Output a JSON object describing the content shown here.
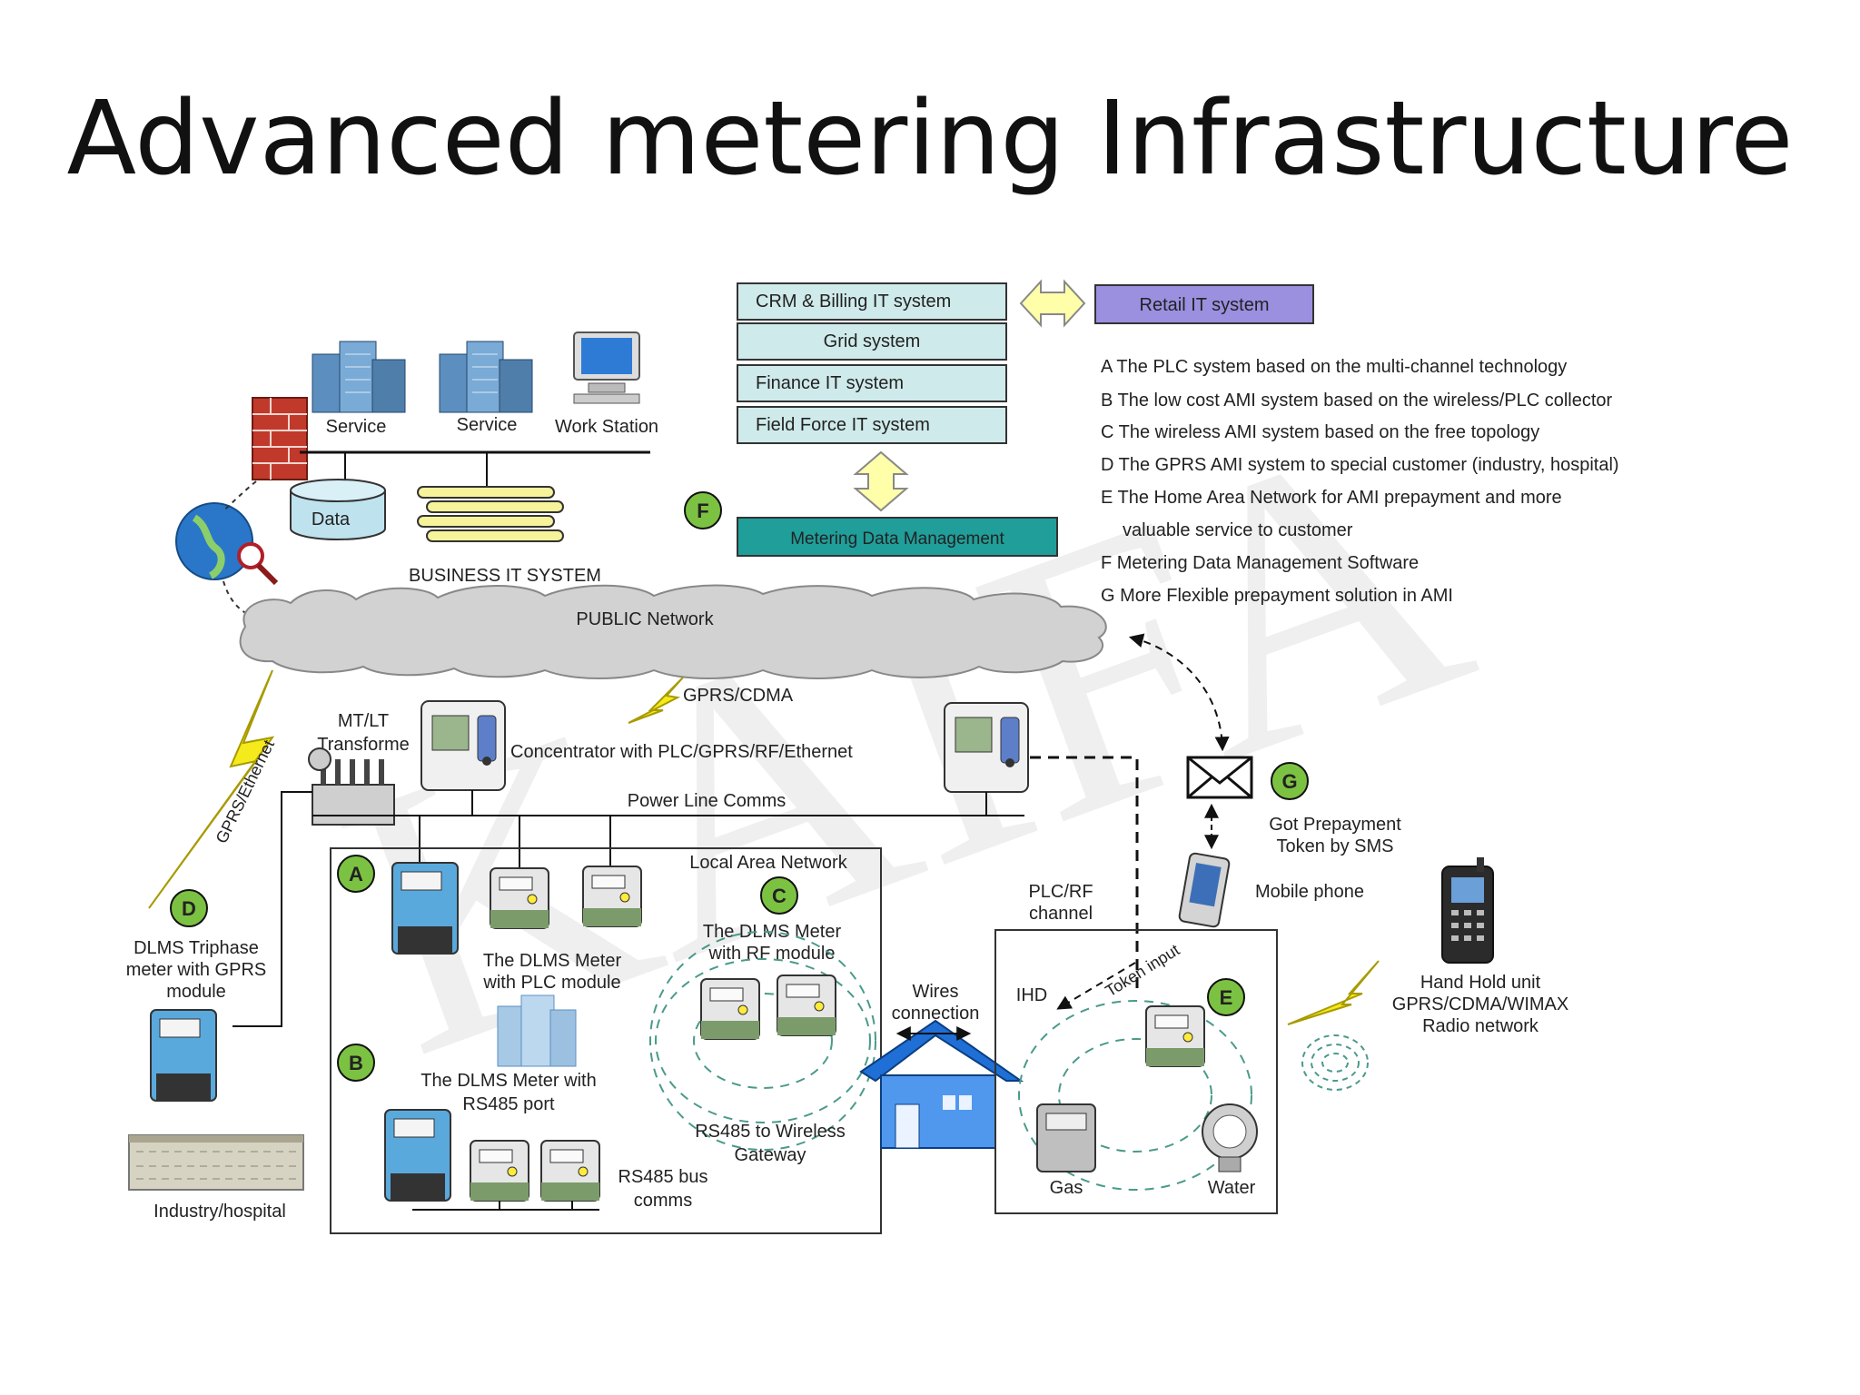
{
  "title": "Advanced metering Infrastructure",
  "it_systems": {
    "crm": "CRM & Billing IT system",
    "grid": "Grid system",
    "finance": "Finance IT system",
    "field_force": "Field Force IT system",
    "retail": "Retail IT system",
    "mdm": "Metering Data Management"
  },
  "legend": {
    "a": "A The PLC system based on the multi-channel technology",
    "b": "B The low cost AMI system based on the wireless/PLC collector",
    "c": "C The wireless AMI system based on the free topology",
    "d": "D The GPRS AMI system to special customer (industry, hospital)",
    "e1": "E The Home Area Network for AMI prepayment and more",
    "e2": "valuable service to customer",
    "f": "F Metering Data Management Software",
    "g": "G More Flexible prepayment solution in AMI"
  },
  "business": {
    "service1": "Service",
    "service2": "Service",
    "workstation": "Work Station",
    "data": "Data",
    "caption": "BUSINESS IT SYSTEM"
  },
  "network": {
    "public": "PUBLIC Network",
    "gprs_cdma": "GPRS/CDMA",
    "gprs_ethernet": "GPRS/Ethernet",
    "transformer1": "MT/LT",
    "transformer2": "Transforme",
    "concentrator": "Concentrator with PLC/GPRS/RF/Ethernet",
    "plc": "Power Line Comms",
    "lan": "Local Area Network"
  },
  "badges": {
    "a": "A",
    "b": "B",
    "c": "C",
    "d": "D",
    "e": "E",
    "f": "F",
    "g": "G"
  },
  "labels": {
    "plc_meter1": "The DLMS Meter",
    "plc_meter2": "with PLC module",
    "rf_meter1": "The DLMS Meter",
    "rf_meter2": "with RF module",
    "rs485_meter1": "The DLMS Meter with",
    "rs485_meter2": "RS485 port",
    "gateway1": "RS485 to Wireless",
    "gateway2": "Gateway",
    "bus1": "RS485 bus",
    "bus2": "comms",
    "wires1": "Wires",
    "wires2": "connection",
    "d1": "DLMS Triphase",
    "d2": "meter with GPRS",
    "d3": "module",
    "industry": "Industry/hospital",
    "plc_rf1": "PLC/RF",
    "plc_rf2": "channel",
    "ihd": "IHD",
    "token": "Token input",
    "gas": "Gas",
    "water": "Water",
    "prepay1": "Got Prepayment",
    "prepay2": "Token by SMS",
    "mobile": "Mobile phone",
    "hand1": "Hand Hold unit",
    "hand2": "GPRS/CDMA/WIMAX",
    "hand3": "Radio network",
    "watermark": "KAIFA"
  },
  "colors": {
    "it_box": "#cfeaea",
    "retail_box": "#9b8fe0",
    "mdm_box": "#1f9e9a",
    "badge": "#7cc242",
    "arrow": "#ffffaa",
    "cloud": "#d2d2d2",
    "building": "#5c8fc0"
  }
}
